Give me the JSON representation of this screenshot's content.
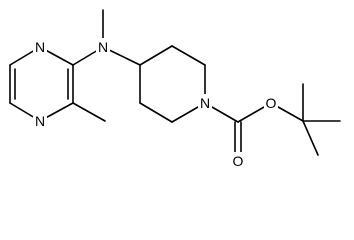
{
  "molecule": {
    "atoms": {
      "n_pyrazine_top": "N",
      "n_pyrazine_bottom": "N",
      "n_amine": "N",
      "n_piperidine": "N",
      "o_ester": "O",
      "o_carbonyl": "O"
    }
  }
}
